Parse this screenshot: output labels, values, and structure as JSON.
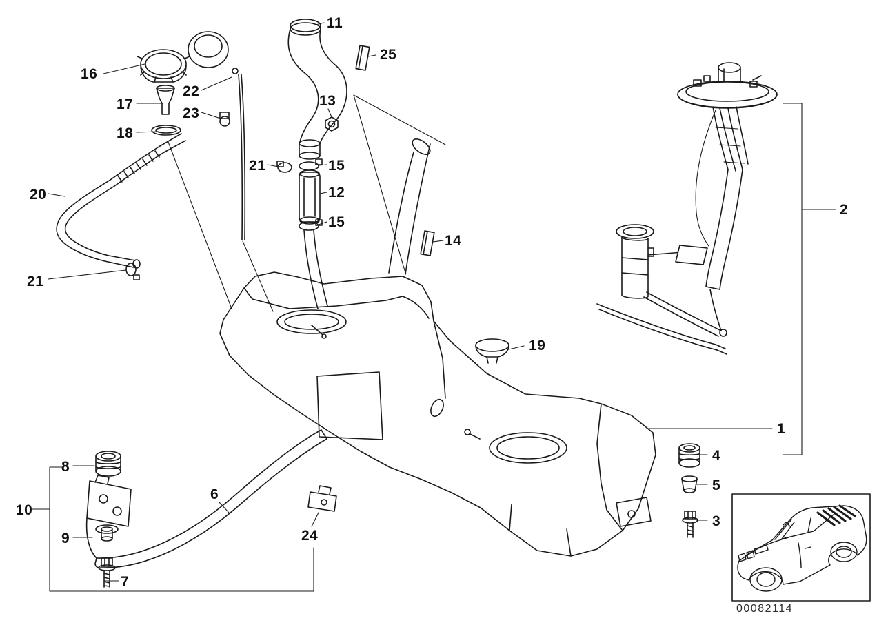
{
  "labels": [
    "11",
    "25",
    "16",
    "22",
    "17",
    "13",
    "23",
    "18",
    "21",
    "15",
    "12",
    "20",
    "15",
    "14",
    "2",
    "21",
    "19",
    "1",
    "4",
    "5",
    "8",
    "10",
    "3",
    "6",
    "9",
    "24",
    "7"
  ],
  "diagram_number": "00082114",
  "colors": {
    "line": "#1a1a1a",
    "background": "#ffffff"
  }
}
